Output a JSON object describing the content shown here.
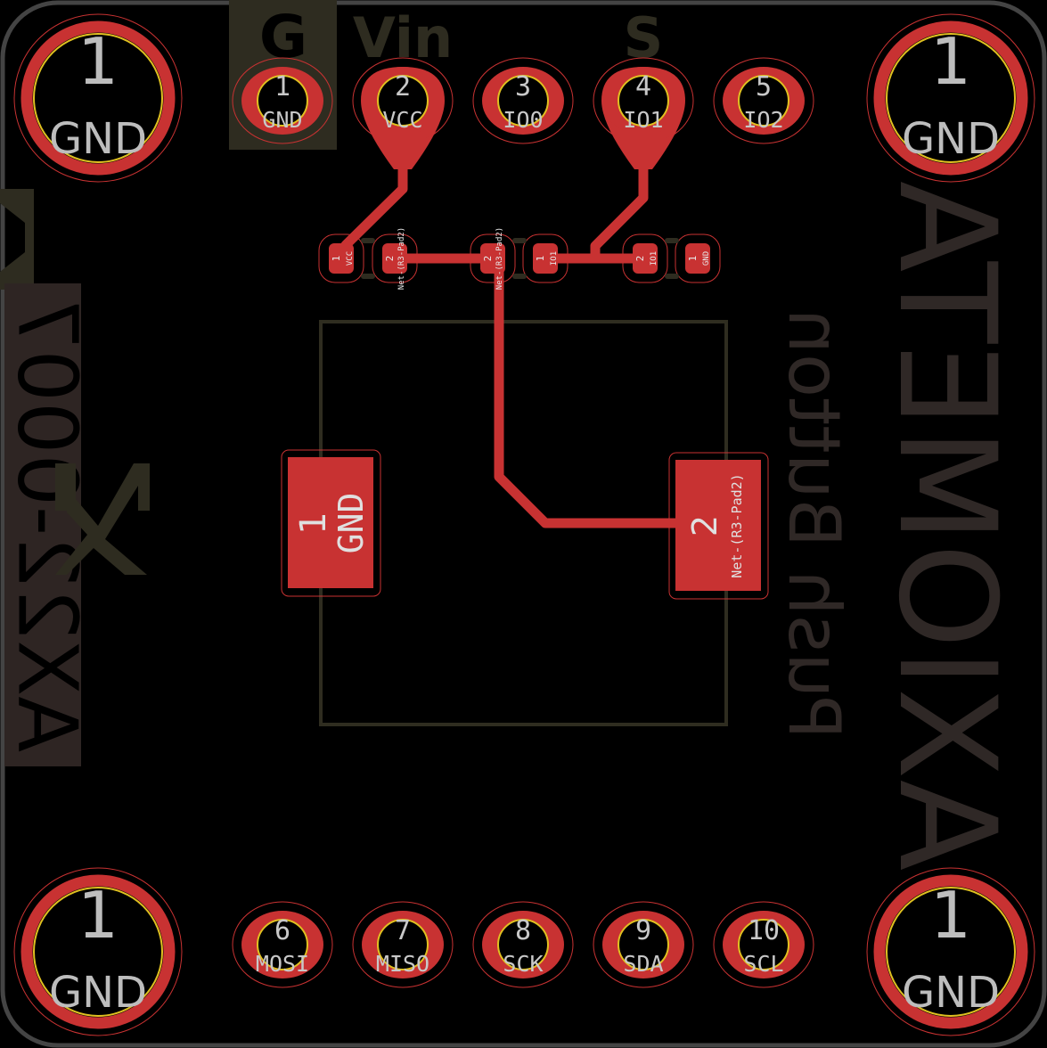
{
  "colors": {
    "copper": "#c83232",
    "drill_edge": "#e0c020",
    "silk": "#2f2b20",
    "board_edge": "#444444"
  },
  "silkscreen": {
    "g_label": "G",
    "vin_label": "Vin",
    "s_label": "S",
    "title": "Push Button",
    "brand": "AXIOMETA",
    "part_number": "AX22-0007"
  },
  "mounting_holes": [
    {
      "number": "1",
      "net": "GND"
    },
    {
      "number": "1",
      "net": "GND"
    },
    {
      "number": "1",
      "net": "GND"
    },
    {
      "number": "1",
      "net": "GND"
    }
  ],
  "top_pins": [
    {
      "number": "1",
      "net": "GND"
    },
    {
      "number": "2",
      "net": "VCC"
    },
    {
      "number": "3",
      "net": "IO0"
    },
    {
      "number": "4",
      "net": "IO1"
    },
    {
      "number": "5",
      "net": "IO2"
    }
  ],
  "bottom_pins": [
    {
      "number": "6",
      "net": "MOSI"
    },
    {
      "number": "7",
      "net": "MISO"
    },
    {
      "number": "8",
      "net": "SCK"
    },
    {
      "number": "9",
      "net": "SDA"
    },
    {
      "number": "10",
      "net": "SCL"
    }
  ],
  "smd_pads": [
    {
      "number": "1",
      "net": "VCC"
    },
    {
      "number": "2",
      "net": "Net-(R3-Pad2)"
    },
    {
      "number": "2",
      "net": "Net-(R3-Pad2)"
    },
    {
      "number": "1",
      "net": "IO1"
    },
    {
      "number": "2",
      "net": "IO1"
    },
    {
      "number": "1",
      "net": "GND"
    }
  ],
  "switch_pads": [
    {
      "number": "1",
      "net": "GND"
    },
    {
      "number": "2",
      "net": "Net-(R3-Pad2)"
    }
  ]
}
